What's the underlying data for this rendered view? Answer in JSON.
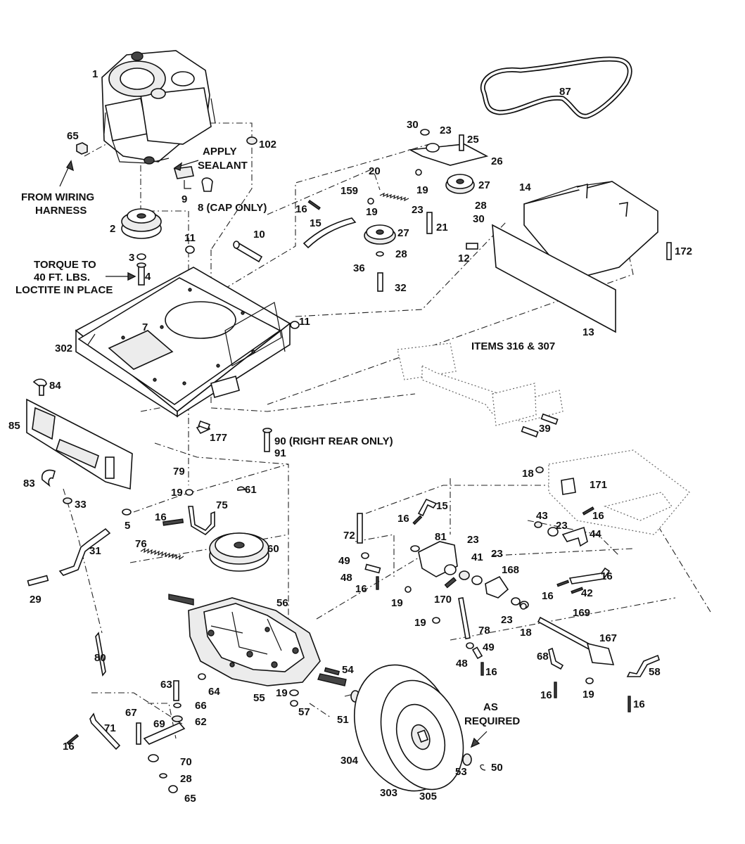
{
  "callouts": {
    "c1": "1",
    "c2": "2",
    "c3": "3",
    "c4": "4",
    "c5": "5",
    "c7": "7",
    "c8": "8 (CAP ONLY)",
    "c9": "9",
    "c10": "10",
    "c11a": "11",
    "c11b": "11",
    "c12": "12",
    "c13": "13",
    "c14": "14",
    "c15a": "15",
    "c15b": "15",
    "c16a": "16",
    "c16b": "16",
    "c16c": "16",
    "c16d": "16",
    "c16e": "16",
    "c16f": "16",
    "c16g": "16",
    "c16h": "16",
    "c16i": "16",
    "c16j": "16",
    "c16k": "16",
    "c18a": "18",
    "c18b": "18",
    "c19a": "19",
    "c19b": "19",
    "c19c": "19",
    "c19d": "19",
    "c19e": "19",
    "c19f": "19",
    "c19g": "19",
    "c20": "20",
    "c21": "21",
    "c23a": "23",
    "c23b": "23",
    "c23c": "23",
    "c23d": "23",
    "c23e": "23",
    "c23f": "23",
    "c25": "25",
    "c26": "26",
    "c27a": "27",
    "c27b": "27",
    "c28a": "28",
    "c28b": "28",
    "c28c": "28",
    "c29": "29",
    "c30a": "30",
    "c30b": "30",
    "c31": "31",
    "c32": "32",
    "c33": "33",
    "c36": "36",
    "c39": "39",
    "c41": "41",
    "c42": "42",
    "c43": "43",
    "c44": "44",
    "c48a": "48",
    "c48b": "48",
    "c49a": "49",
    "c49b": "49",
    "c50": "50",
    "c51": "51",
    "c53": "53",
    "c54": "54",
    "c55": "55",
    "c56": "56",
    "c57": "57",
    "c58": "58",
    "c60": "60",
    "c61": "61",
    "c62": "62",
    "c63": "63",
    "c64": "64",
    "c65a": "65",
    "c65b": "65",
    "c66": "66",
    "c67": "67",
    "c68": "68",
    "c69": "69",
    "c70": "70",
    "c71": "71",
    "c72": "72",
    "c75": "75",
    "c76": "76",
    "c78": "78",
    "c79": "79",
    "c80": "80",
    "c81": "81",
    "c83": "83",
    "c84": "84",
    "c85": "85",
    "c87": "87",
    "c90": "90 (RIGHT REAR ONLY)",
    "c91": "91",
    "c102": "102",
    "c159": "159",
    "c167": "167",
    "c168": "168",
    "c169": "169",
    "c170": "170",
    "c171": "171",
    "c172": "172",
    "c177": "177",
    "c302": "302",
    "c303": "303",
    "c304": "304",
    "c305": "305"
  },
  "notes": {
    "apply_sealant_1": "APPLY",
    "apply_sealant_2": "SEALANT",
    "from_wiring_1": "FROM WIRING",
    "from_wiring_2": "HARNESS",
    "torque_1": "TORQUE TO",
    "torque_2": "40 FT. LBS.",
    "torque_3": "LOCTITE IN PLACE",
    "items_ref": "ITEMS 316 & 307",
    "as_required_1": "AS",
    "as_required_2": "REQUIRED"
  }
}
